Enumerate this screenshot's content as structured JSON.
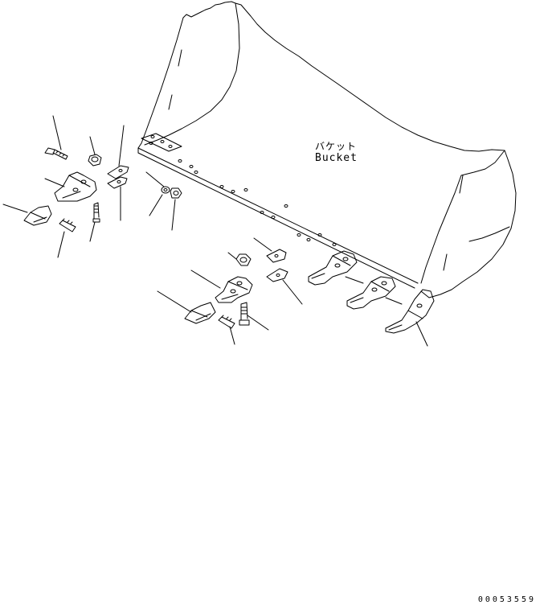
{
  "labels": {
    "bucket_jp": "バケット",
    "bucket_en": "Bucket"
  },
  "figure_number": "00053559"
}
